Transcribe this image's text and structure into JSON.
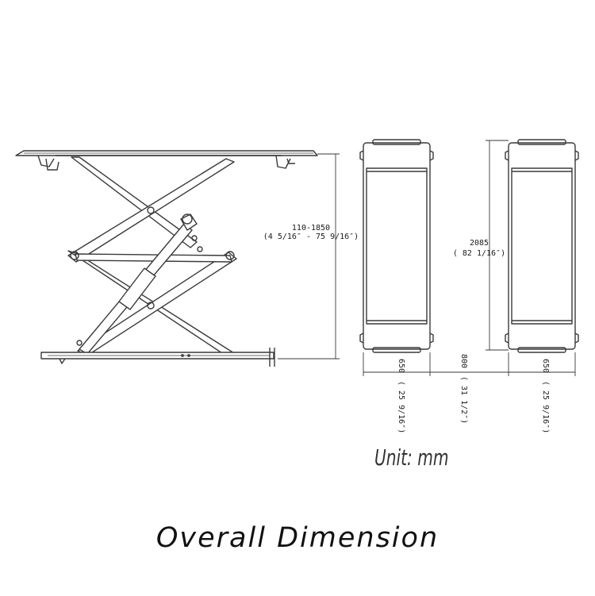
{
  "title": "Overall Dimension",
  "unit": "Unit: mm",
  "dimensions": {
    "height": {
      "value": "110-1850",
      "imperial": "(4 5/16″ - 75 9/16″)"
    },
    "length": {
      "value": "2085",
      "imperial": "( 82 1/16″)"
    },
    "platform_width_left": {
      "value": "650",
      "imperial": "( 25 9/16″)"
    },
    "gap": {
      "value": "800",
      "imperial": "( 31 1/2″)"
    },
    "platform_width_right": {
      "value": "650",
      "imperial": "( 25 9/16″)"
    }
  },
  "colors": {
    "line": "#3a3a3a",
    "text": "#1a1a1a"
  }
}
